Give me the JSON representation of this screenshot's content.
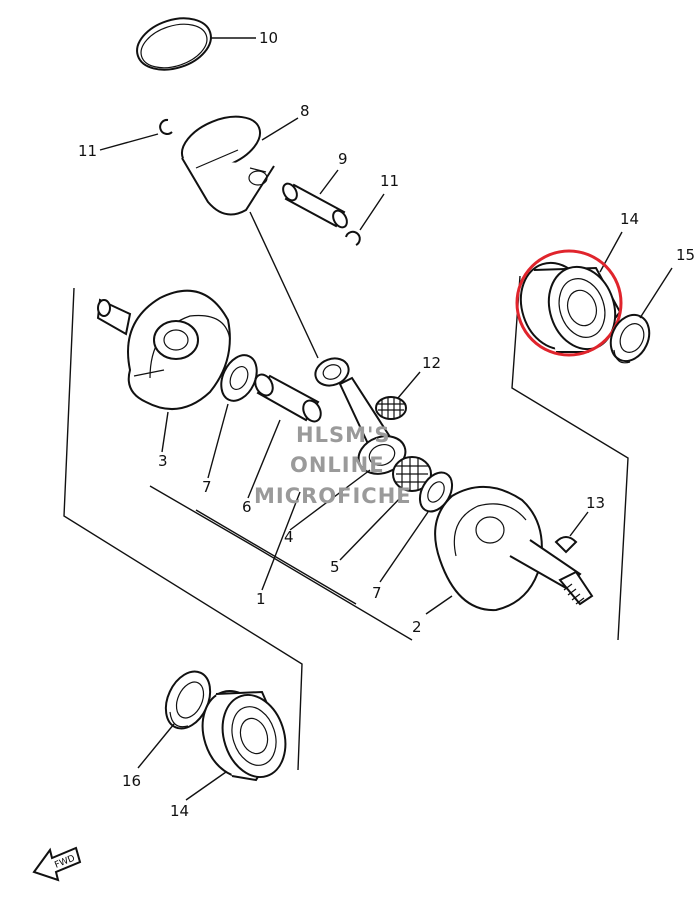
{
  "diagram": {
    "labels": {
      "p1": "1",
      "p2": "2",
      "p3": "3",
      "p4": "4",
      "p5": "5",
      "p6": "6",
      "p7a": "7",
      "p7b": "7",
      "p8": "8",
      "p9": "9",
      "p10": "10",
      "p11a": "11",
      "p11b": "11",
      "p12": "12",
      "p13": "13",
      "p14a": "14",
      "p14b": "14",
      "p15": "15",
      "p16": "16"
    },
    "watermark": [
      "HLSM'S",
      "ONLINE",
      "MICROFICHE"
    ],
    "fwd_label": "FWD",
    "highlight_color": "#e0242c",
    "ink_color": "#111111"
  }
}
